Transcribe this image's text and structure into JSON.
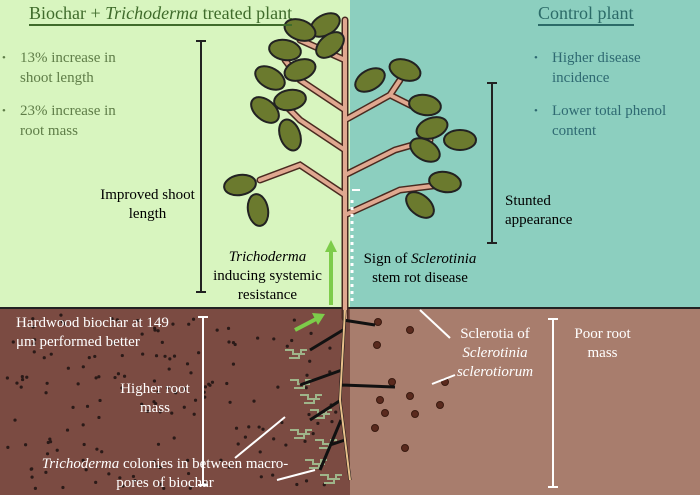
{
  "left_panel": {
    "title_pre": "Biochar + ",
    "title_italic": "Trichoderma",
    "title_post": " treated plant",
    "bullets": [
      "13% increase in shoot length",
      "23% increase in root mass"
    ],
    "bracket_label": "Improved shoot length",
    "systemic_italic": "Trichoderma",
    "systemic_text": "inducing systemic resistance",
    "biochar_note": "Hardwood biochar at 149 μm performed better",
    "root_label": "Higher root mass",
    "colonies_italic": "Trichoderma",
    "colonies_text": " colonies in between macro-pores of biochar"
  },
  "right_panel": {
    "title": "Control plant",
    "bullets": [
      "Higher disease incidence",
      "Lower total phenol content"
    ],
    "bracket_label": "Stunted appearance",
    "disease_pre": "Sign of ",
    "disease_italic": "Sclerotinia",
    "disease_post": "stem rot disease",
    "sclerotia_pre": "Sclerotia of",
    "sclerotia_italic": "Sclerotinia sclerotiorum",
    "root_label": "Poor root mass"
  },
  "colors": {
    "left_sky": "#d8f5bf",
    "right_sky": "#8ccfbf",
    "left_soil": "#7b4b42",
    "right_soil": "#a87d6d",
    "stem": "#e0a890",
    "leaf": "#6b7a2e",
    "arrow": "#7dcc4a"
  }
}
